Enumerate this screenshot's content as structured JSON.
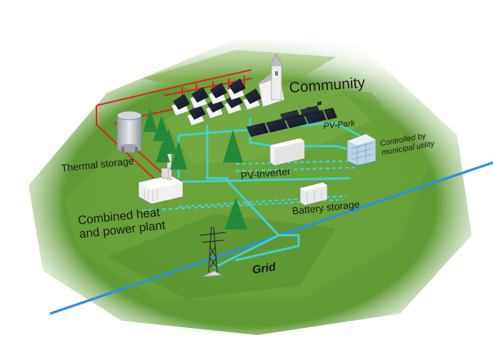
{
  "labels": {
    "community": "Community",
    "pv_park": "PV-Park",
    "controlled_by": "Controlled by municipal utility",
    "thermal_storage": "Thermal storage",
    "pv_inverter": "PV-Inverter",
    "battery_storage": "Battery storage",
    "chp": "Combined heat and power plant",
    "grid": "Grid"
  },
  "colors": {
    "field_light": "#8fbf5a",
    "field_dark": "#4f8a2e",
    "heat_line": "#e0221f",
    "power_line": "#3fd1d6",
    "grid_line": "#2f8fe0",
    "tree": "#238a3a"
  }
}
